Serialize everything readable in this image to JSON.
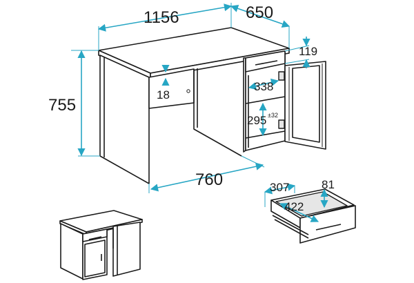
{
  "dimensions": {
    "width_total": "1156",
    "depth_total": "650",
    "height_total": "755",
    "leg_depth": "760",
    "top_thickness": "18",
    "drawer_front_height": "119",
    "inner_width": "338",
    "shelf_height": "295",
    "shelf_tolerance": "±32",
    "drawer_width": "307",
    "drawer_height": "81",
    "drawer_depth": "422"
  },
  "colors": {
    "dimension_arrow": "#27a6c4",
    "outline": "#1a1a1a",
    "background": "#ffffff"
  }
}
